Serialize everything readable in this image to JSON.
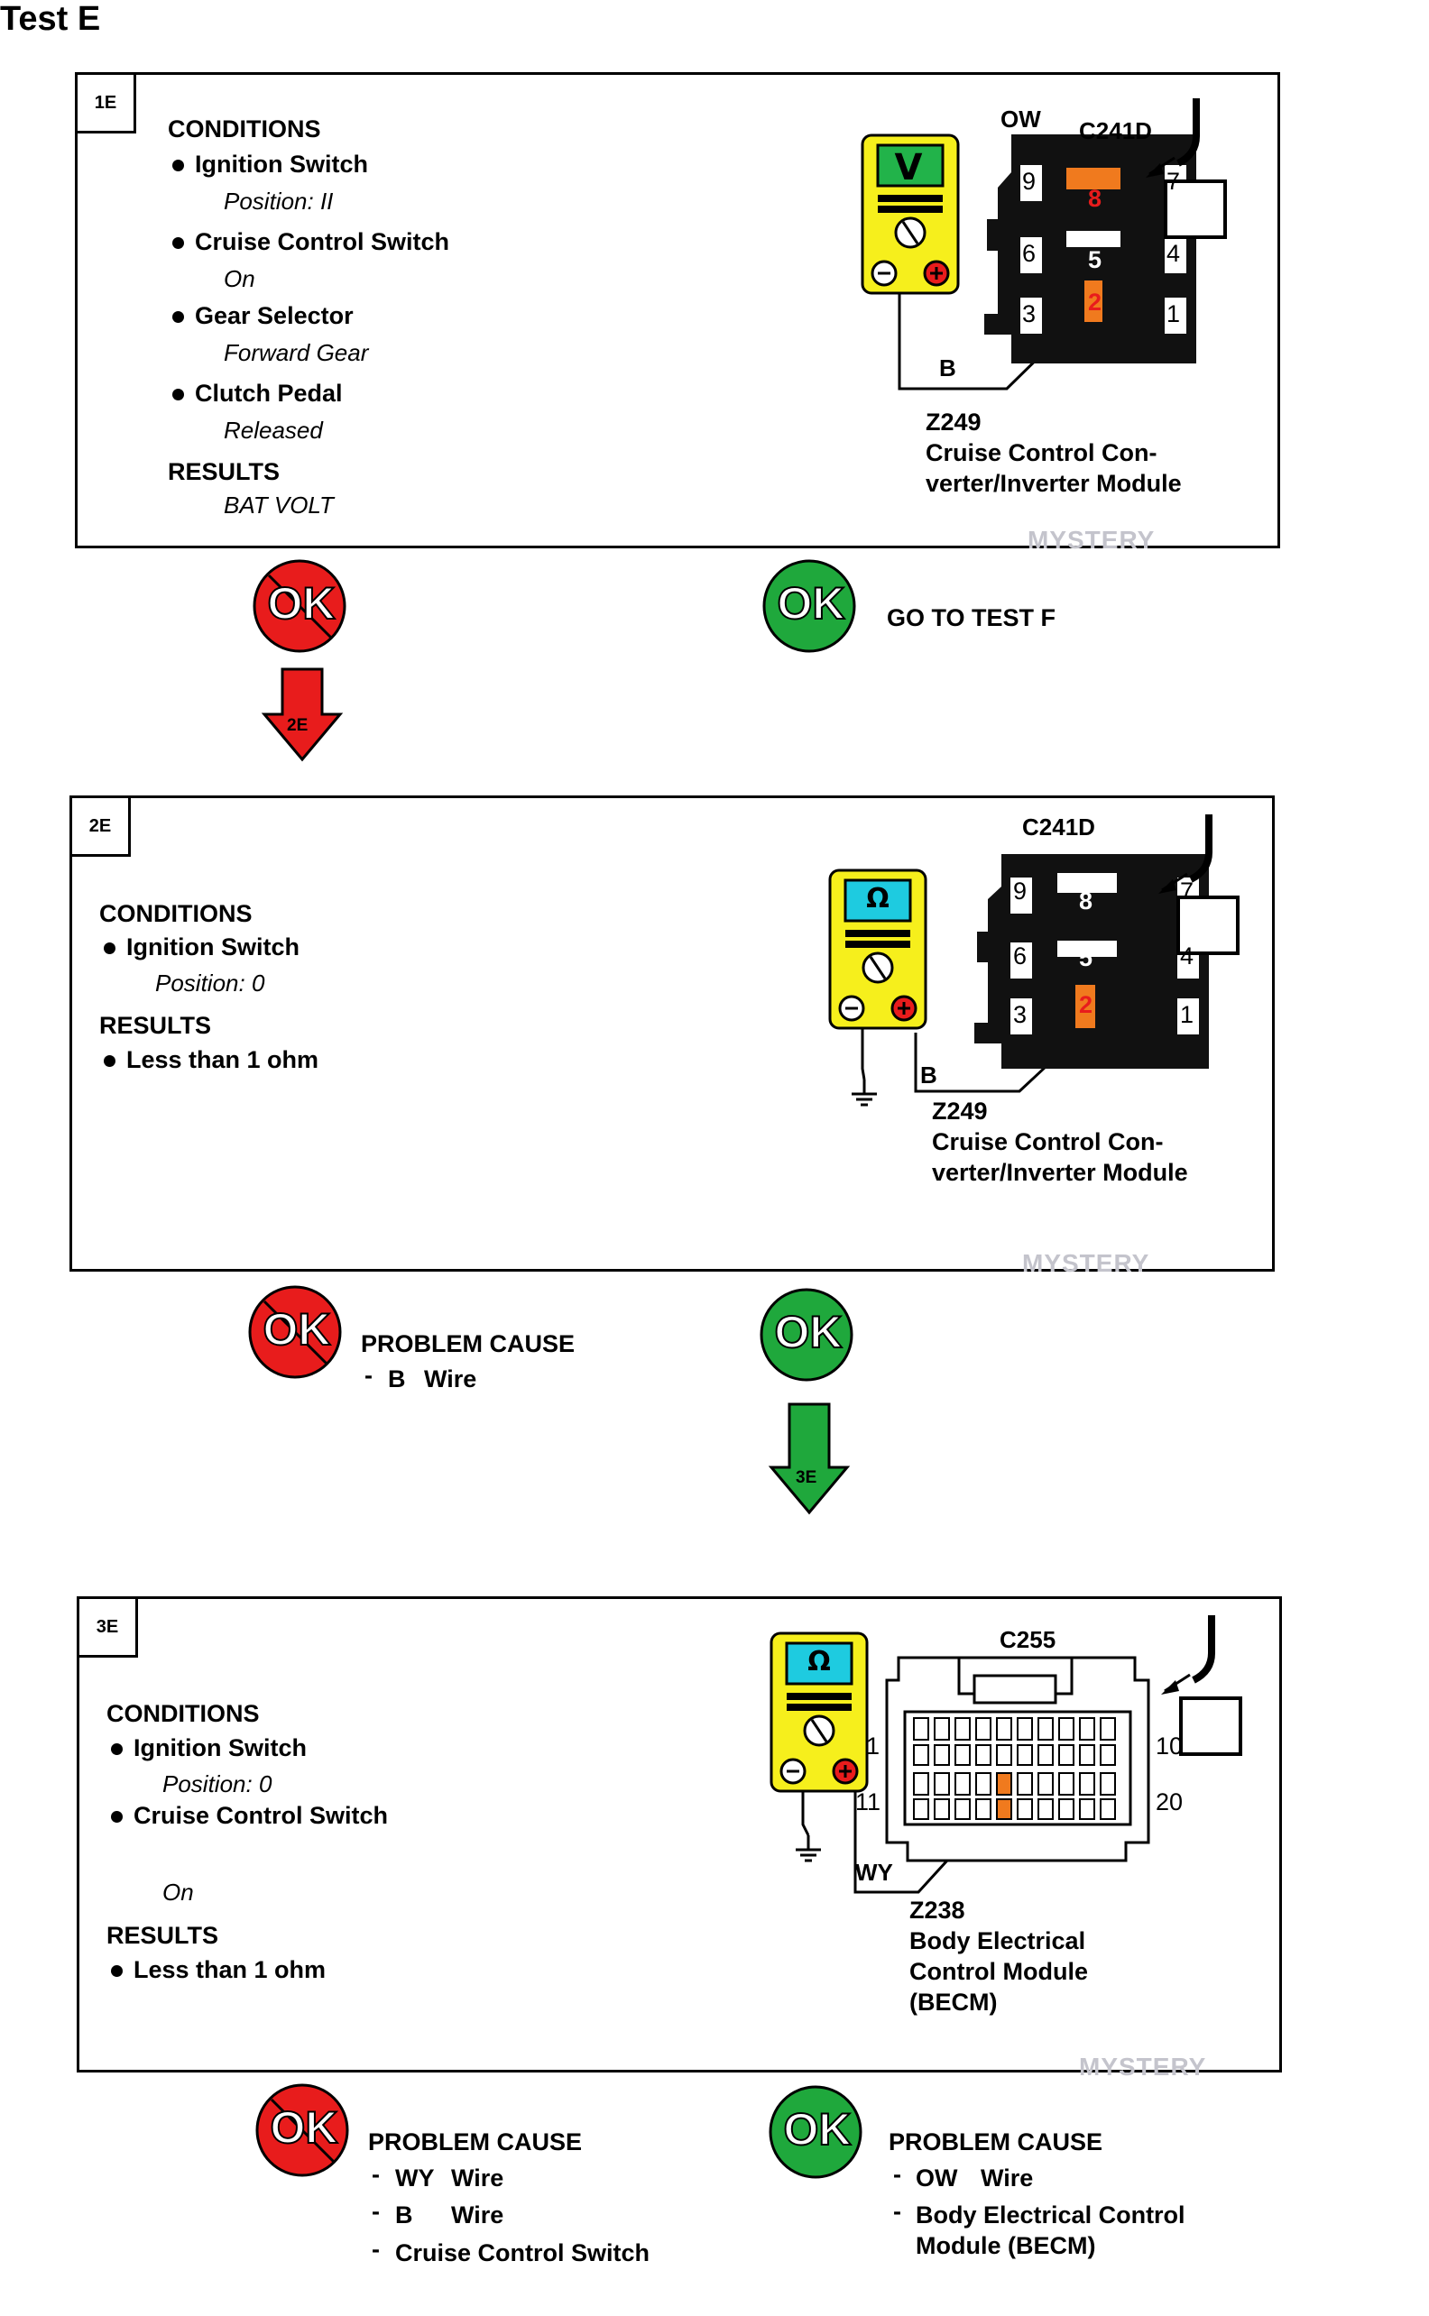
{
  "title": "Test E",
  "watermark": "MYSTERY",
  "colors": {
    "ok_green": "#1fa83c",
    "not_ok_red": "#e81c1c",
    "highlight_orange": "#f07a1e",
    "meter_yellow": "#f6ef1c",
    "screen_green": "#22b34a",
    "screen_cyan": "#1ecbe0"
  },
  "panel1": {
    "tag": "1E",
    "conditions_label": "CONDITIONS",
    "conditions": [
      {
        "name": "Ignition Switch",
        "value": "Position: II"
      },
      {
        "name": "Cruise Control Switch",
        "value": "On"
      },
      {
        "name": "Gear Selector",
        "value": "Forward Gear"
      },
      {
        "name": "Clutch Pedal",
        "value": "Released"
      }
    ],
    "results_label": "RESULTS",
    "results": "BAT VOLT",
    "meter_symbol": "V",
    "connector": "C241D",
    "wire_top": "OW",
    "wire_bottom": "B",
    "pins": {
      "p9": "9",
      "p8": "8",
      "p7": "7",
      "p6": "6",
      "p5": "5",
      "p4": "4",
      "p3": "3",
      "p2": "2",
      "p1": "1"
    },
    "component_id": "Z249",
    "component_line1": "Cruise Control Con-",
    "component_line2": "verter/Inverter Module"
  },
  "step1": {
    "ok_text": "OK",
    "notok_text": "OK",
    "arrow_label": "2E",
    "go_to": "GO TO TEST F"
  },
  "panel2": {
    "tag": "2E",
    "conditions_label": "CONDITIONS",
    "conditions": [
      {
        "name": "Ignition Switch",
        "value": "Position: 0"
      }
    ],
    "results_label": "RESULTS",
    "results": "Less than 1 ohm",
    "meter_symbol": "Ω",
    "connector": "C241D",
    "wire_bottom": "B",
    "pins": {
      "p9": "9",
      "p8": "8",
      "p7": "7",
      "p6": "6",
      "p5": "5",
      "p4": "4",
      "p3": "3",
      "p2": "2",
      "p1": "1"
    },
    "component_id": "Z249",
    "component_line1": "Cruise Control Con-",
    "component_line2": "verter/Inverter Module"
  },
  "step2": {
    "ok_text": "OK",
    "notok_text": "OK",
    "arrow_label": "3E",
    "problem_cause_label": "PROBLEM CAUSE",
    "causes": [
      {
        "dash": "-",
        "code": "B",
        "text": "Wire"
      }
    ]
  },
  "panel3": {
    "tag": "3E",
    "conditions_label": "CONDITIONS",
    "conditions": [
      {
        "name": "Ignition Switch",
        "value": "Position: 0"
      },
      {
        "name": "Cruise Control Switch",
        "value": "On"
      }
    ],
    "results_label": "RESULTS",
    "results": "Less than 1 ohm",
    "meter_symbol": "Ω",
    "connector": "C255",
    "wire_bottom": "WY",
    "pin_labels": {
      "top_left": "1",
      "top_right": "10",
      "bottom_left": "11",
      "bottom_right": "20"
    },
    "component_id": "Z238",
    "component_line1": "Body Electrical",
    "component_line2": "Control Module",
    "component_line3": "(BECM)"
  },
  "step3": {
    "ok_text": "OK",
    "notok_text": "OK",
    "left_label": "PROBLEM CAUSE",
    "left_causes": [
      {
        "dash": "-",
        "code": "WY",
        "text": "Wire"
      },
      {
        "dash": "-",
        "code": "B",
        "text": "Wire"
      },
      {
        "dash": "-",
        "code": "",
        "text": "Cruise Control Switch"
      }
    ],
    "right_label": "PROBLEM CAUSE",
    "right_causes": [
      {
        "dash": "-",
        "code": "OW",
        "text": "Wire"
      },
      {
        "dash": "-",
        "code": "",
        "text": "Body Electrical Control"
      },
      {
        "dash": "",
        "code": "",
        "text": "Module (BECM)"
      }
    ]
  }
}
